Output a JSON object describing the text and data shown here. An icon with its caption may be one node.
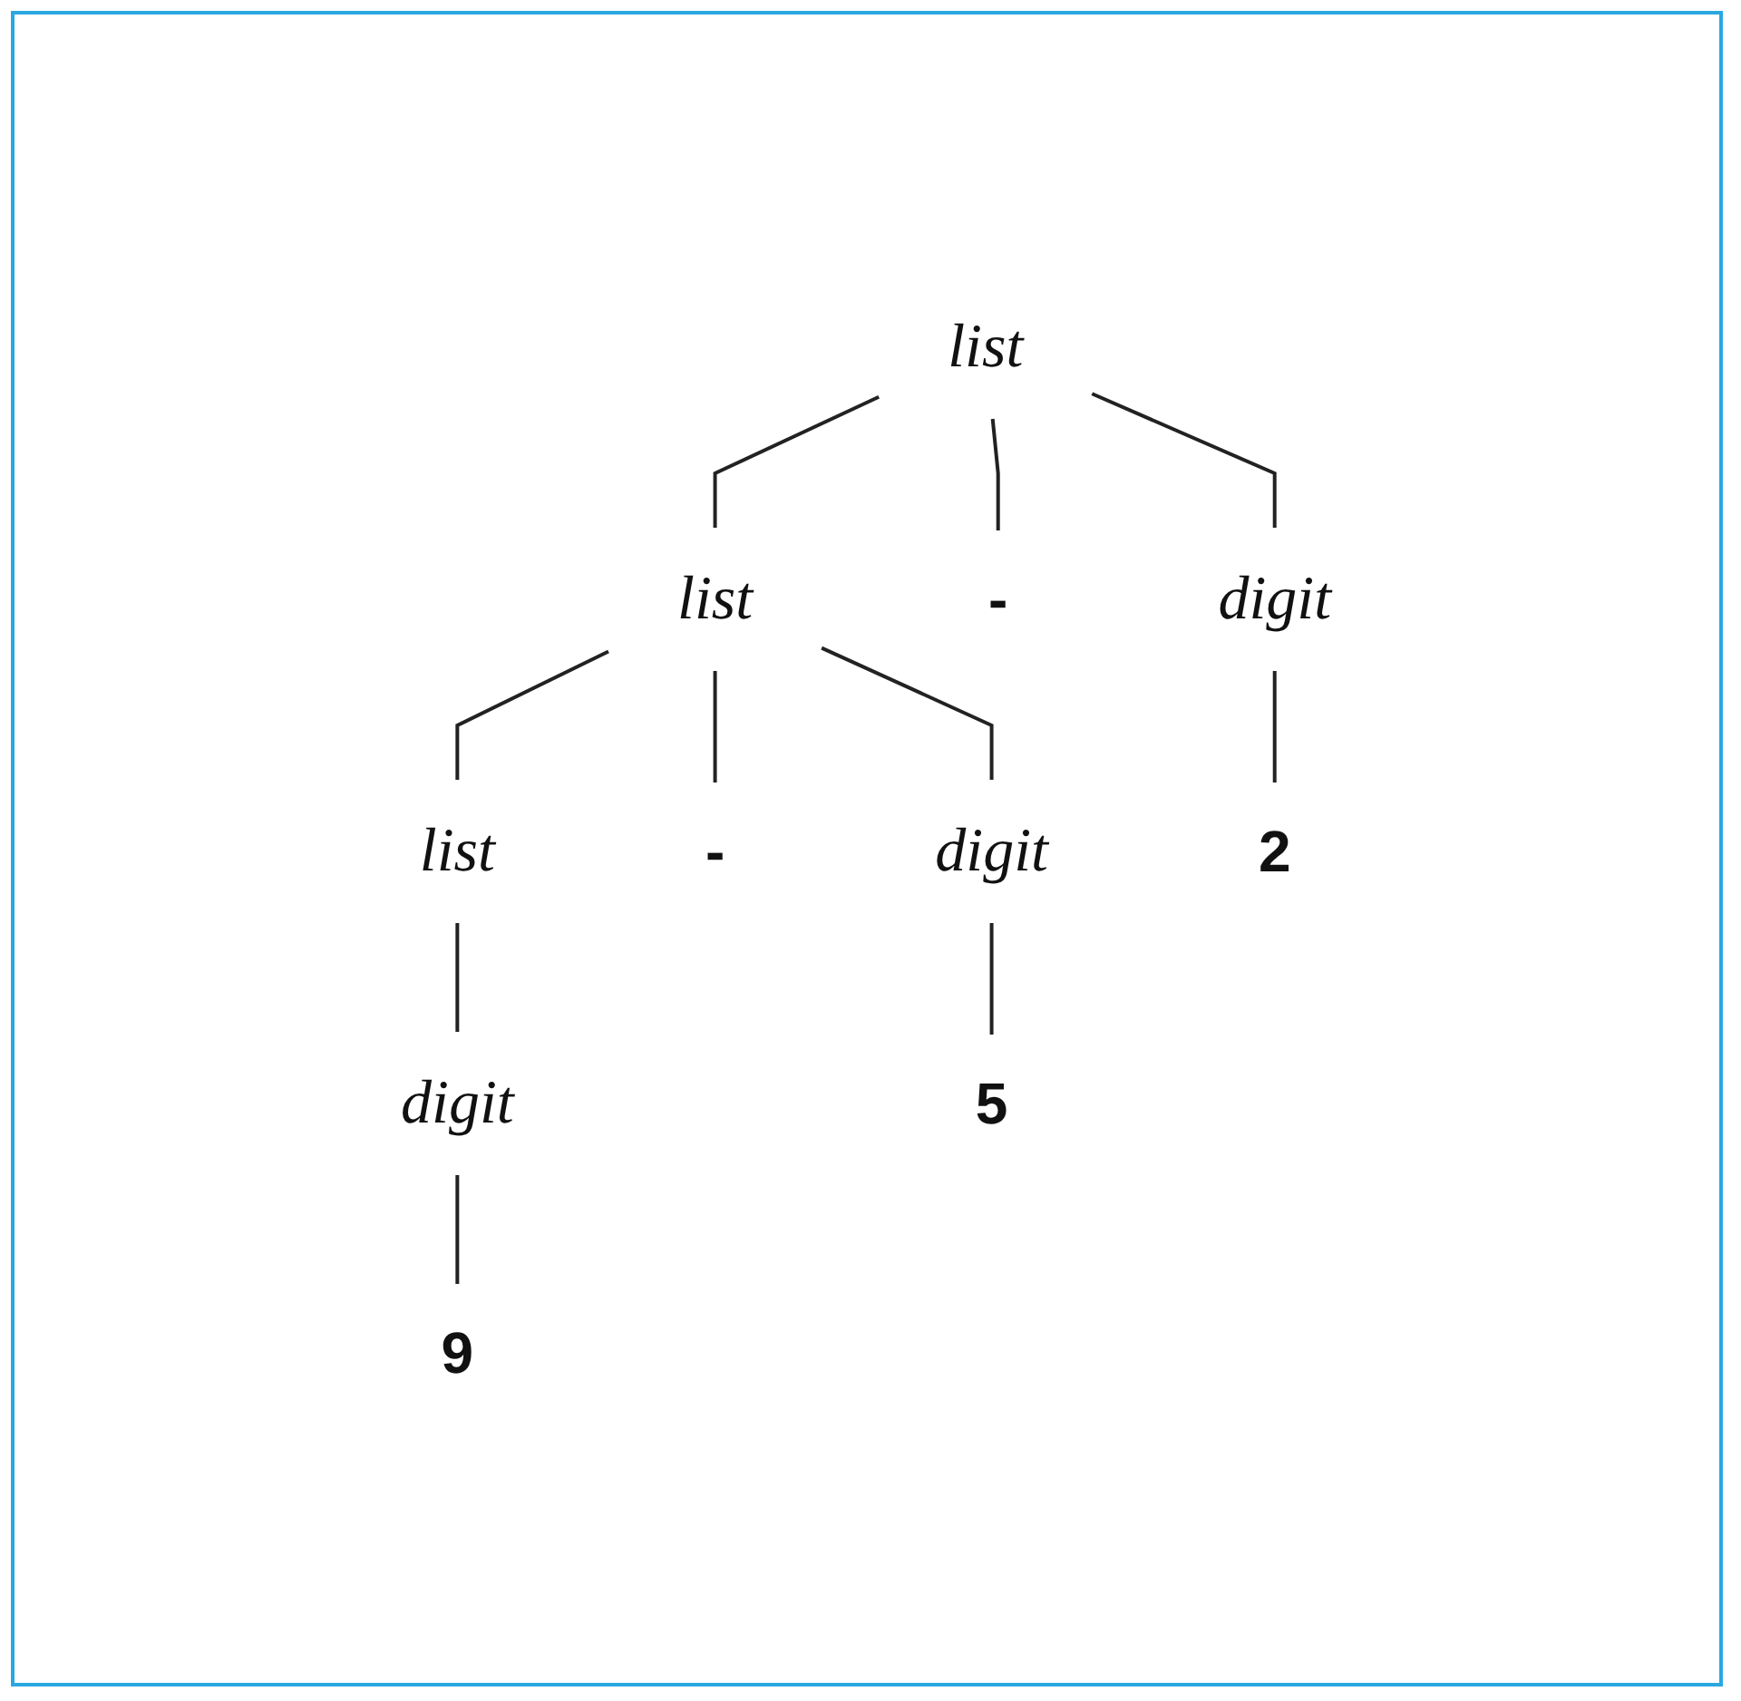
{
  "diagram": {
    "nodes": [
      {
        "text": [
          "list"
        ]
      },
      {
        "text": [
          "list"
        ]
      },
      {
        "text": [
          "-"
        ]
      },
      {
        "text": [
          "digit"
        ]
      },
      {
        "text": [
          "list"
        ]
      },
      {
        "text": [
          "-"
        ]
      },
      {
        "text": [
          "digit"
        ]
      },
      {
        "text": [
          "2"
        ]
      },
      {
        "text": [
          "digit"
        ]
      },
      {
        "text": [
          "5"
        ]
      },
      {
        "text": [
          "9"
        ]
      }
    ],
    "edges": [
      {
        "from": 0,
        "to": 1,
        "arrow": "none"
      },
      {
        "from": 0,
        "to": 2,
        "arrow": "none"
      },
      {
        "from": 0,
        "to": 3,
        "arrow": "none"
      },
      {
        "from": 1,
        "to": 4,
        "arrow": "none"
      },
      {
        "from": 1,
        "to": 5,
        "arrow": "none"
      },
      {
        "from": 1,
        "to": 6,
        "arrow": "none"
      },
      {
        "from": 3,
        "to": 7,
        "arrow": "none"
      },
      {
        "from": 4,
        "to": 8,
        "arrow": "none"
      },
      {
        "from": 6,
        "to": 9,
        "arrow": "none"
      },
      {
        "from": 8,
        "to": 10,
        "arrow": "none"
      }
    ]
  }
}
